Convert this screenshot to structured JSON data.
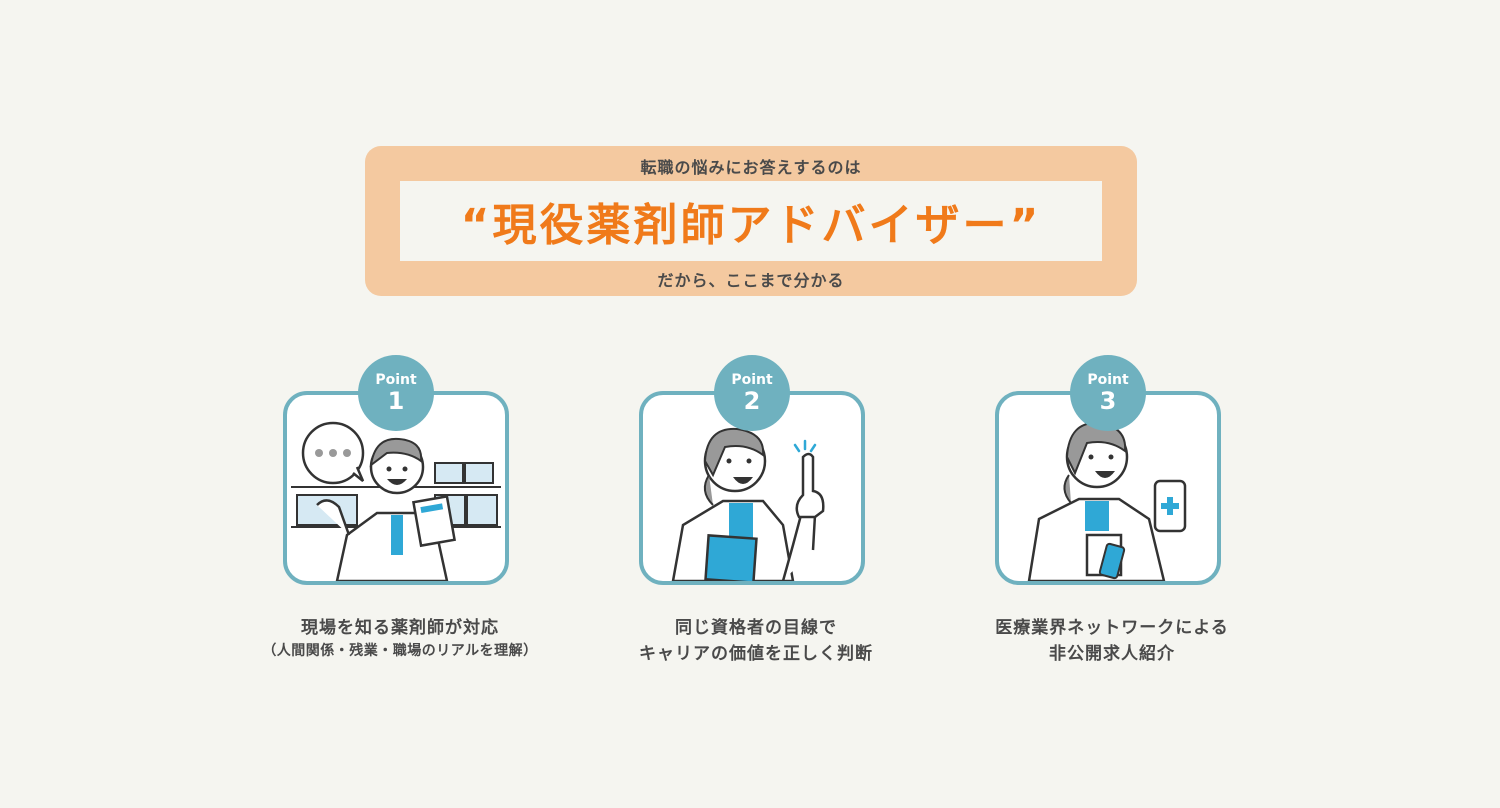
{
  "banner": {
    "top_text": "転職の悩みにお答えするのは",
    "headline": "“現役薬剤師アドバイザー”",
    "bottom_text": "だから、ここまで分かる",
    "colors": {
      "background": "#f4c9a0",
      "headline": "#f07a1a",
      "inner": "#f5f5f0"
    }
  },
  "points": [
    {
      "badge_label": "Point",
      "badge_number": "1",
      "illustration": "pharmacist-speech-bubble-holding-document",
      "caption": "現場を知る薬剤師が対応",
      "sub_caption": "（人間関係・残業・職場のリアルを理解）"
    },
    {
      "badge_label": "Point",
      "badge_number": "2",
      "illustration": "pharmacist-pointing-up-with-clipboard",
      "caption_line1": "同じ資格者の目線で",
      "caption_line2": "キャリアの価値を正しく判断"
    },
    {
      "badge_label": "Point",
      "badge_number": "3",
      "illustration": "pharmacist-holding-smartphone-and-medicine",
      "caption_line1": "医療業界ネットワークによる",
      "caption_line2": "非公開求人紹介"
    }
  ],
  "colors": {
    "accent_teal": "#6fb1bf",
    "page_bg": "#f5f5f0",
    "text": "#4a4a4a",
    "illustration_blue": "#2fa8d6"
  }
}
